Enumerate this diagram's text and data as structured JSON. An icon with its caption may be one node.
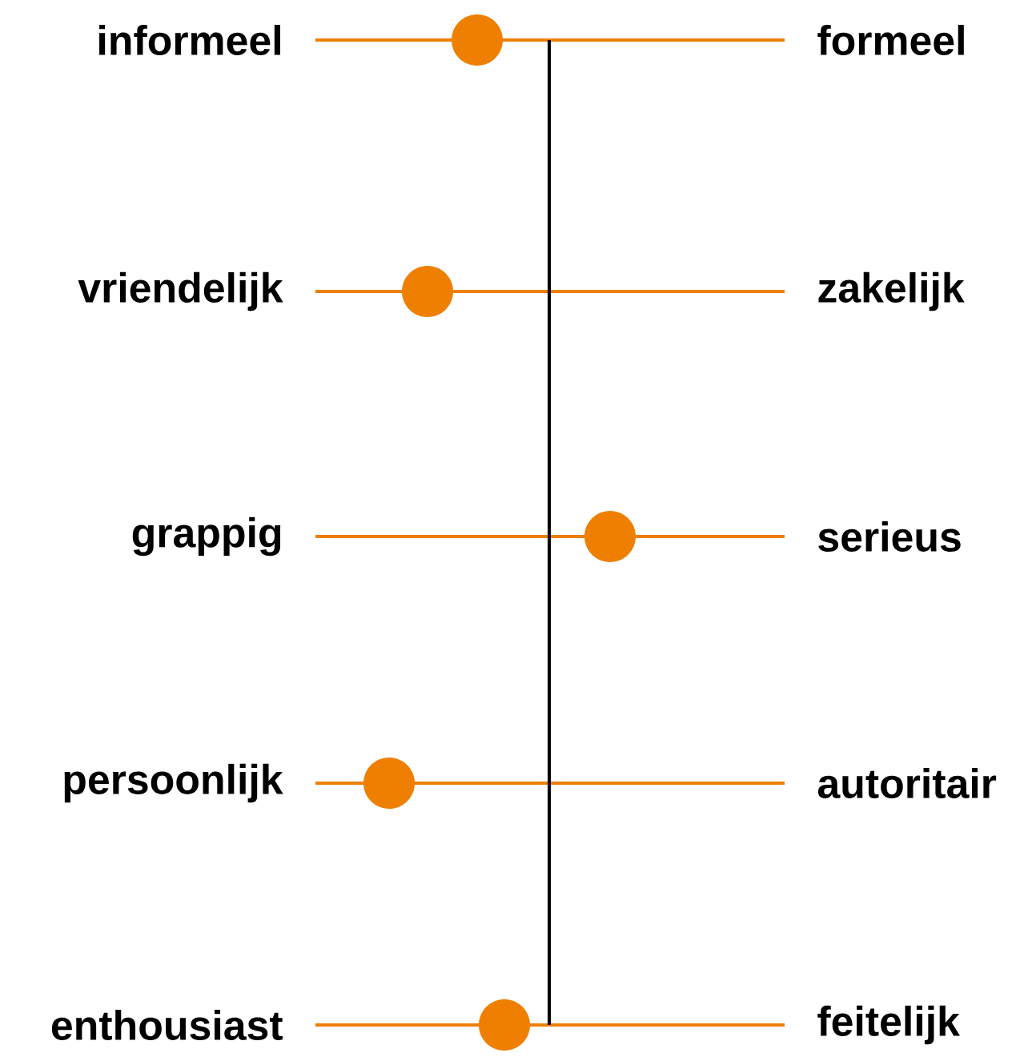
{
  "diagram": {
    "labels": [
      "informeel",
      "formeel",
      "vriendelijk",
      "zakelijk",
      "grappig",
      "serieus",
      "persoonlijk",
      "autoritair",
      "enthousiast",
      "feitelijk"
    ]
  }
}
